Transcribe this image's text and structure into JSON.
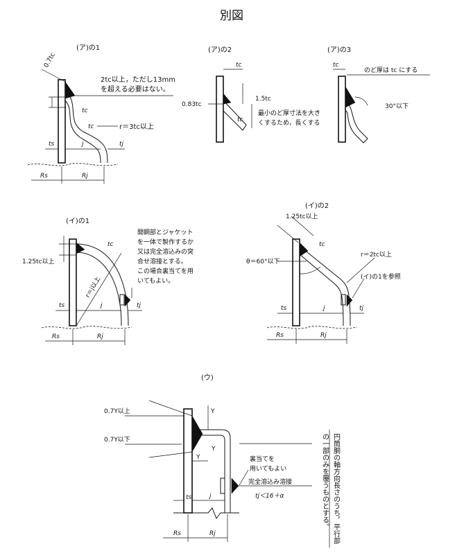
{
  "title": "別図",
  "diagrams": {
    "a1": {
      "label": "(ア)の1",
      "dim_weld": "0.7tc",
      "note_line1": "2tc以上，ただし13mm",
      "note_line2": "を超える必要はない。",
      "tc": "tc",
      "tc_side": "tc",
      "radius": "r＝3tc以上",
      "ts": "ts",
      "j": "j",
      "tj": "tj",
      "Rs": "Rs",
      "Rj": "Rj"
    },
    "a2": {
      "label": "(ア)の2",
      "tc_top": "tc",
      "dim_side": "0.83tc",
      "dim_15": "1.5tc",
      "tc_side": "tc",
      "note_line1": "最小のど厚寸法を大き",
      "note_line2": "くするため，長くする"
    },
    "a3": {
      "label": "(ア)の3",
      "tc_top": "tc",
      "note": "のど厚は tc にする",
      "angle": "30°以下"
    },
    "i1": {
      "label": "(イ)の1",
      "dim": "1.25tc以上",
      "tc": "tc",
      "radius": "r＝j以上",
      "note_lines": [
        "開鋼部とジャケット",
        "を一体で製作するか",
        "又は完全溶込みの突",
        "合せ溶接とする。",
        "この場合裏当てを用",
        "いてもよい。"
      ],
      "ts": "ts",
      "j": "j",
      "tj": "tj",
      "Rs": "Rs",
      "Rj": "Rj"
    },
    "i2": {
      "label": "(イ)の2",
      "dim": "1.25tc以上",
      "tc": "tc",
      "angle": "θ＝60°以下",
      "radius": "r＝2tc以上",
      "ref": "(イ)の1を参照",
      "ts": "ts",
      "j": "j",
      "tj": "tj",
      "Rs": "Rs",
      "Rj": "Rj"
    },
    "u": {
      "label": "(ウ)",
      "upper": "0.7Y以上",
      "lower": "0.7Y以下",
      "Y": "Y",
      "backing_line1": "裏当てを",
      "backing_line2": "用いてもよい",
      "weld": "完全溶込み溶接",
      "cond": "tj＜16＋α",
      "ts": "ts",
      "j": "j",
      "Rs": "Rs",
      "Rj": "Rj",
      "vertical_line1": "円筒胴の軸方向長さのうち，平行部",
      "vertical_line2": "の一部のみを覆うものとする。"
    }
  }
}
